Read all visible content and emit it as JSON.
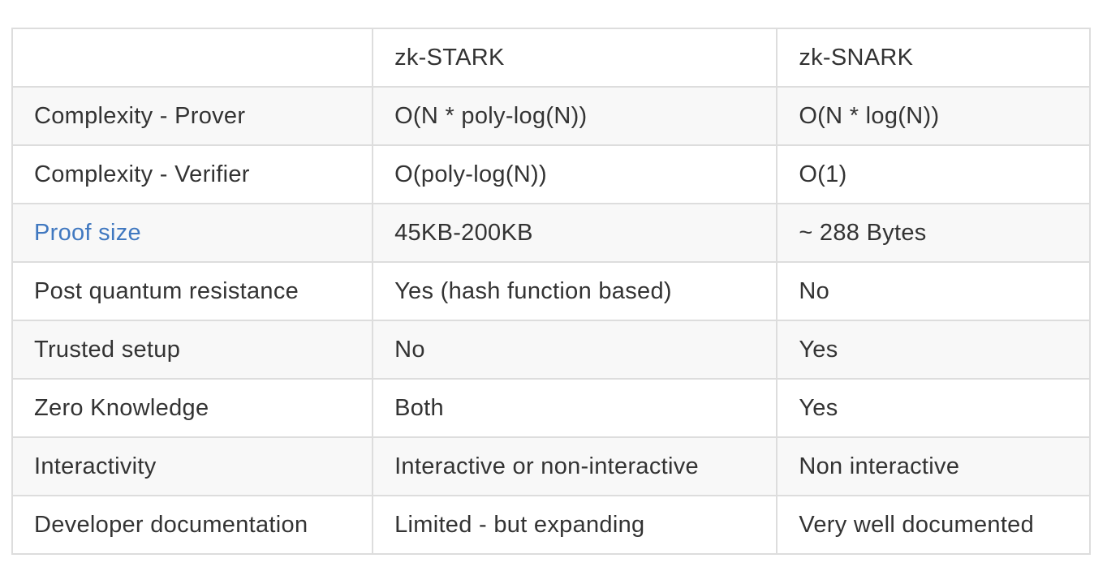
{
  "table": {
    "headers": [
      "",
      "zk-STARK",
      "zk-SNARK"
    ],
    "rows": [
      {
        "label": "Complexity - Prover",
        "is_link": false,
        "stark": "O(N * poly-log(N))",
        "snark": "O(N * log(N))"
      },
      {
        "label": "Complexity - Verifier",
        "is_link": false,
        "stark": "O(poly-log(N))",
        "snark": "O(1)"
      },
      {
        "label": "Proof size",
        "is_link": true,
        "stark": "45KB-200KB",
        "snark": "~ 288 Bytes"
      },
      {
        "label": "Post quantum resistance",
        "is_link": false,
        "stark": "Yes (hash function based)",
        "snark": "No"
      },
      {
        "label": "Trusted setup",
        "is_link": false,
        "stark": "No",
        "snark": "Yes"
      },
      {
        "label": "Zero Knowledge",
        "is_link": false,
        "stark": "Both",
        "snark": "Yes"
      },
      {
        "label": "Interactivity",
        "is_link": false,
        "stark": "Interactive or non-interactive",
        "snark": "Non interactive"
      },
      {
        "label": "Developer documentation",
        "is_link": false,
        "stark": "Limited - but expanding",
        "snark": "Very well documented"
      }
    ]
  },
  "colors": {
    "link": "#4078c0",
    "text": "#333333",
    "border": "#dddddd",
    "stripe": "#f8f8f8"
  }
}
